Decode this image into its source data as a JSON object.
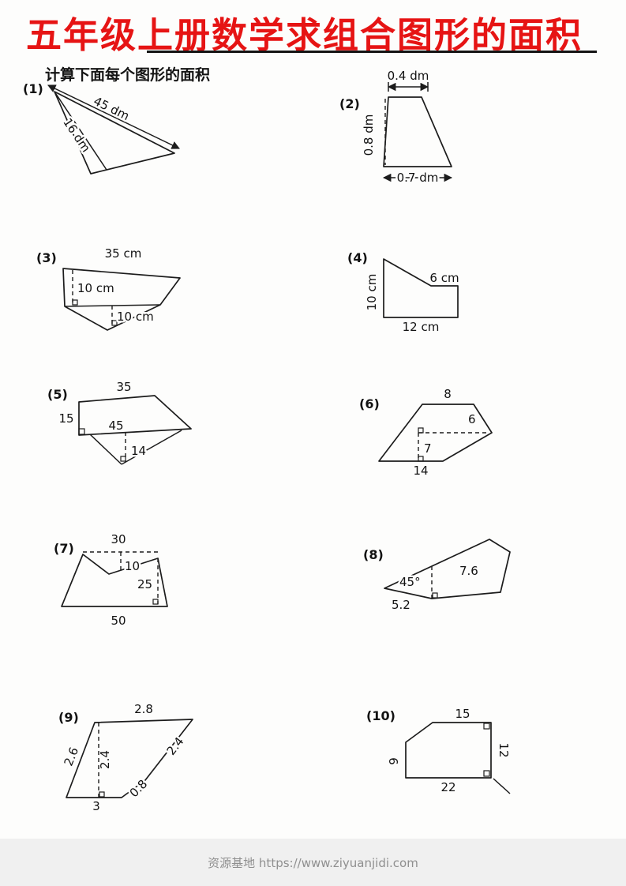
{
  "page": {
    "title": "五年级上册数学求组合图形的面积",
    "subtitle": "计算下面每个图形的面积",
    "footer": "资源基地 https://www.ziyuanjidi.com"
  },
  "problems": [
    {
      "num": "(1)",
      "labels": [
        "45 dm",
        "16 dm"
      ]
    },
    {
      "num": "(2)",
      "labels": [
        "0.4 dm",
        "0.8 dm",
        "0.7 dm"
      ]
    },
    {
      "num": "(3)",
      "labels": [
        "35 cm",
        "10 cm",
        "10 cm"
      ]
    },
    {
      "num": "(4)",
      "labels": [
        "10 cm",
        "6 cm",
        "12 cm"
      ]
    },
    {
      "num": "(5)",
      "labels": [
        "35",
        "15",
        "45",
        "14"
      ]
    },
    {
      "num": "(6)",
      "labels": [
        "8",
        "6",
        "7",
        "14"
      ]
    },
    {
      "num": "(7)",
      "labels": [
        "30",
        "10",
        "25",
        "50"
      ]
    },
    {
      "num": "(8)",
      "labels": [
        "7.6",
        "45°",
        "5.2"
      ]
    },
    {
      "num": "(9)",
      "labels": [
        "2.8",
        "2.6",
        "2.4",
        "2.4",
        "0.8",
        "3"
      ]
    },
    {
      "num": "(10)",
      "labels": [
        "15",
        "9",
        "12",
        "22"
      ]
    }
  ]
}
